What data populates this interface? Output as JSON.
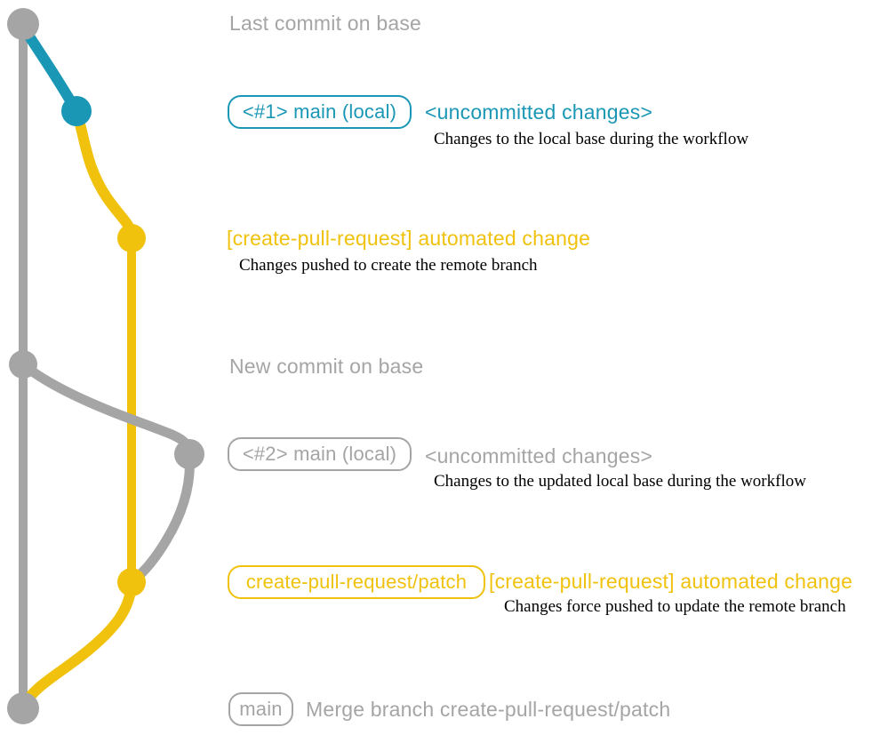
{
  "colors": {
    "background": "#ffffff",
    "gray": "#a5a5a5",
    "teal": "#1b97b6",
    "yellow": "#f0c20d",
    "note": "#000000"
  },
  "graph": {
    "branches": [
      {
        "name": "base",
        "color_key": "gray"
      },
      {
        "name": "main-local",
        "color_key": "teal-then-gray"
      },
      {
        "name": "create-pull-request-patch",
        "color_key": "yellow"
      }
    ],
    "commits": [
      {
        "name": "last-commit-on-base",
        "color_key": "gray"
      },
      {
        "name": "uncommitted-changes-1",
        "color_key": "teal"
      },
      {
        "name": "automated-change-1",
        "color_key": "yellow"
      },
      {
        "name": "new-commit-on-base",
        "color_key": "gray"
      },
      {
        "name": "uncommitted-changes-2",
        "color_key": "gray"
      },
      {
        "name": "automated-change-2",
        "color_key": "yellow"
      },
      {
        "name": "merge-commit",
        "color_key": "gray"
      }
    ]
  },
  "annotations": {
    "last_commit": {
      "title": "Last commit on base"
    },
    "local1": {
      "badge": "<#1> main (local)",
      "headline": "<uncommitted changes>",
      "note": "Changes to the local base during the workflow"
    },
    "remote1": {
      "headline": "[create-pull-request] automated change",
      "note": "Changes pushed to create the remote branch"
    },
    "new_commit": {
      "title": "New commit on base"
    },
    "local2": {
      "badge": "<#2> main (local)",
      "headline": "<uncommitted changes>",
      "note": "Changes to the updated local base during the workflow"
    },
    "remote2": {
      "badge": "create-pull-request/patch",
      "headline": "[create-pull-request] automated change",
      "note": "Changes force pushed to update the remote branch"
    },
    "merge": {
      "badge": "main",
      "headline": "Merge branch create-pull-request/patch"
    }
  }
}
